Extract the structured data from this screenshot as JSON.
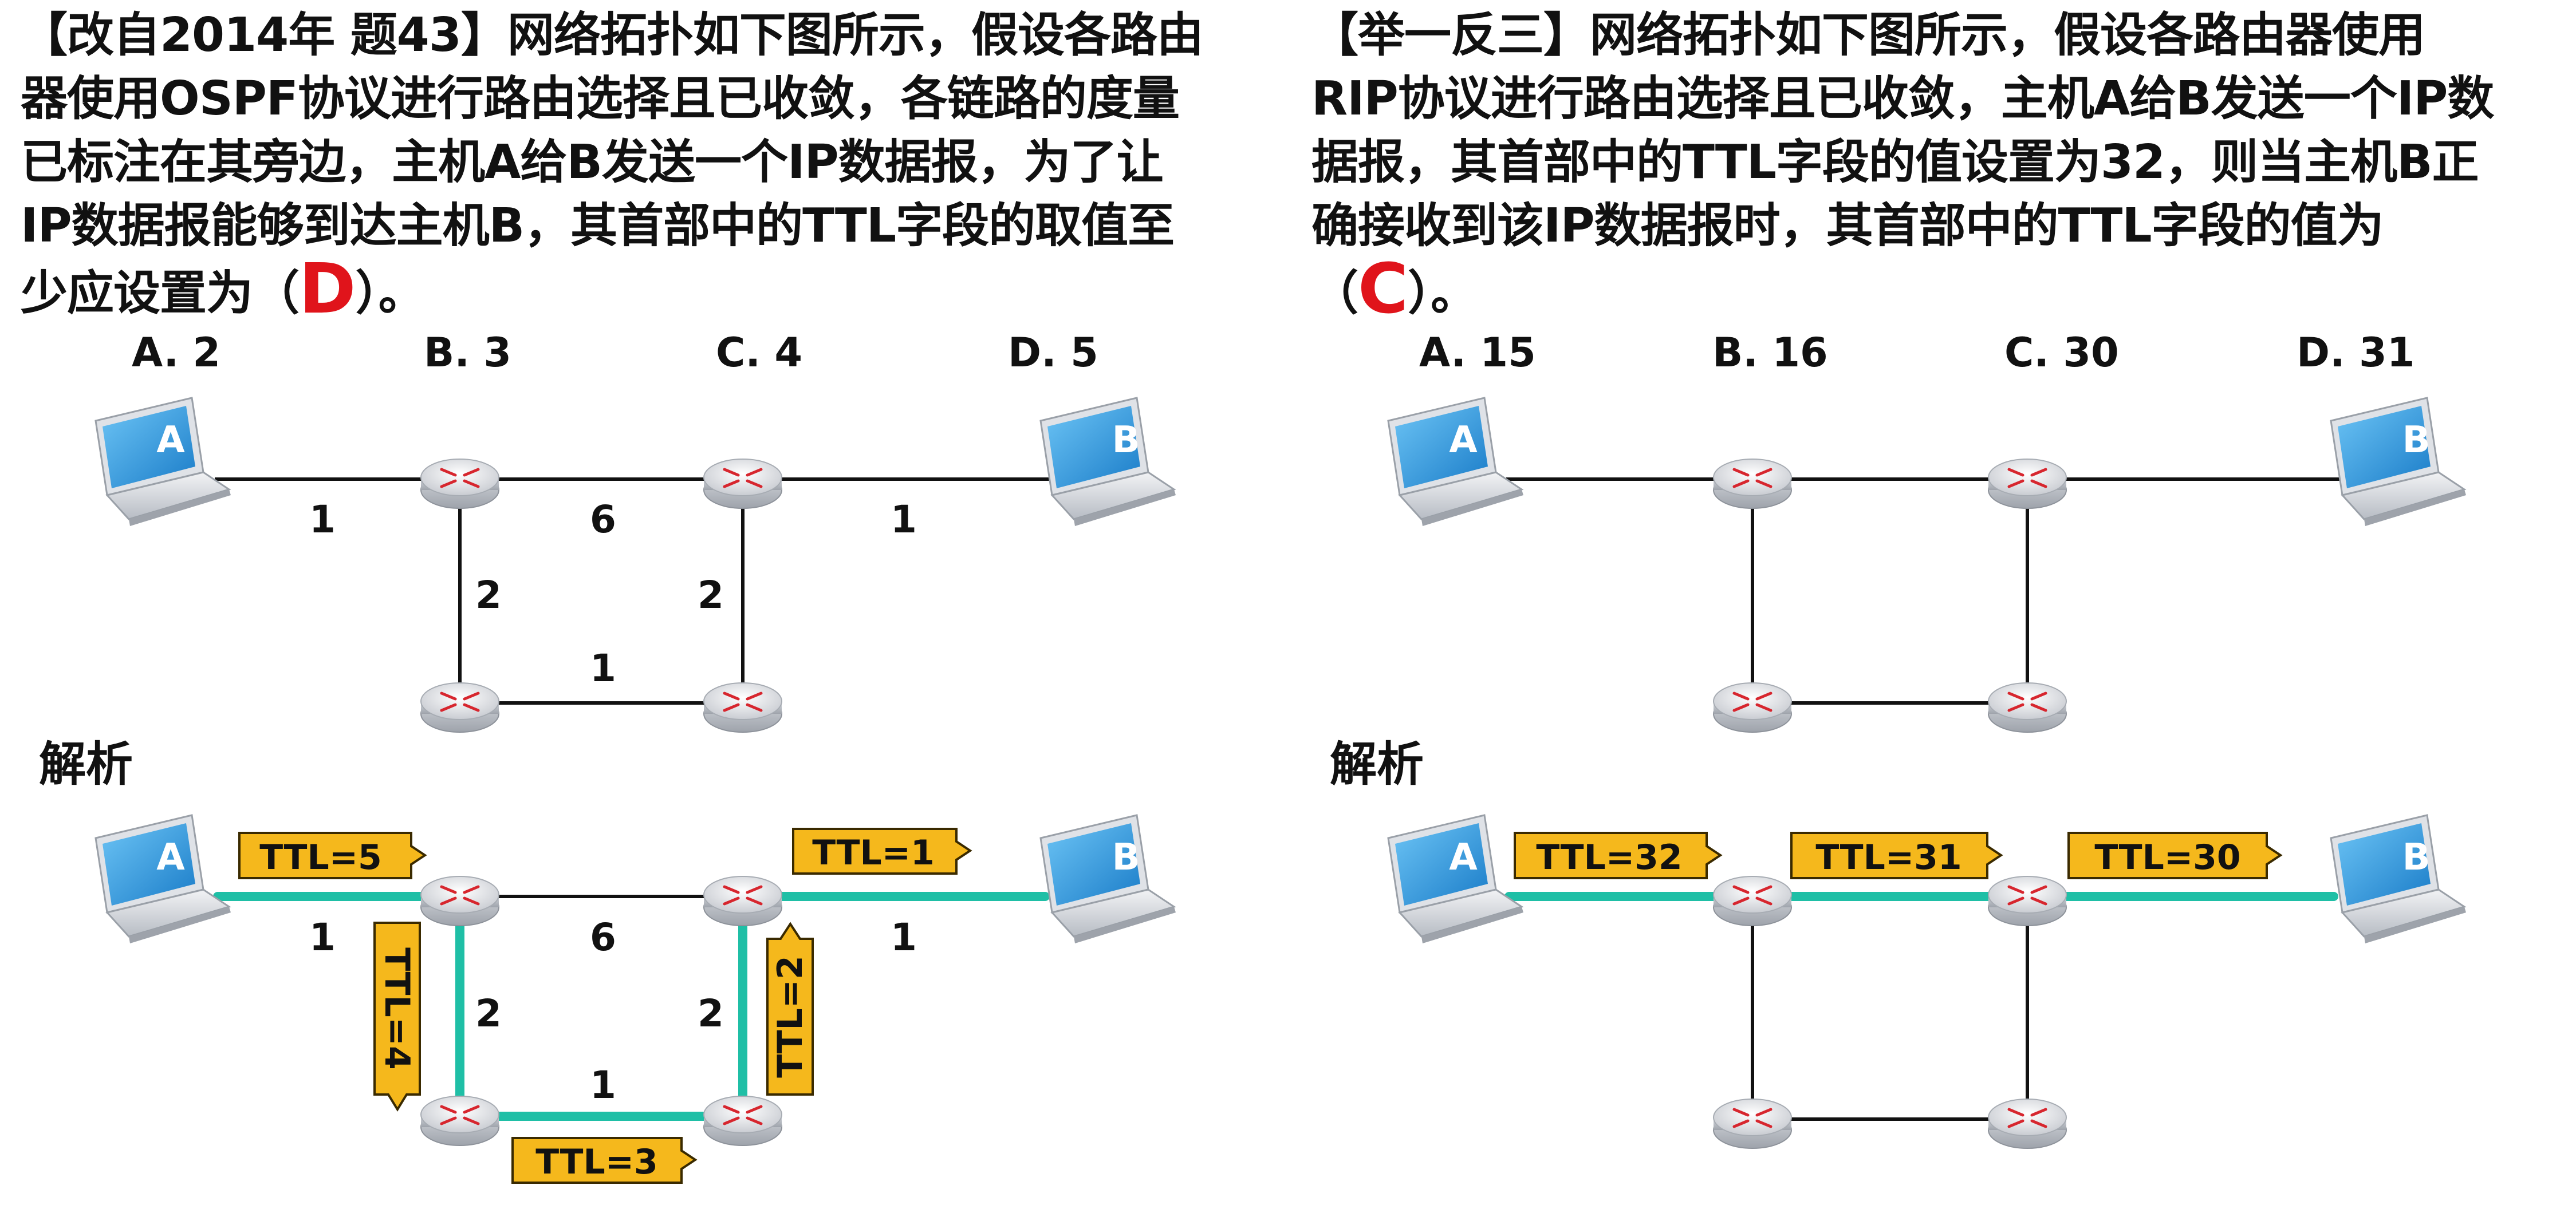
{
  "left": {
    "question_lines": [
      "【改自2014年 题43】网络拓扑如下图所示，假设各路由",
      "器使用OSPF协议进行路由选择且已收敛，各链路的度量",
      "已标注在其旁边，主机A给B发送一个IP数据报，为了让",
      "IP数据报能够到达主机B，其首部中的TTL字段的取值至",
      "少应设置为（"
    ],
    "question_tail": "）。",
    "answer": "D",
    "options": [
      "A. 2",
      "B. 3",
      "C. 4",
      "D. 5"
    ],
    "metrics": {
      "top_left": "1",
      "top_mid": "6",
      "top_right": "1",
      "left_vert": "2",
      "right_vert": "2",
      "bottom": "1"
    },
    "ttl_labels": [
      "TTL=5",
      "TTL=4",
      "TTL=3",
      "TTL=2",
      "TTL=1"
    ]
  },
  "right": {
    "question_lines": [
      "【举一反三】网络拓扑如下图所示，假设各路由器使用",
      "RIP协议进行路由选择且已收敛，主机A给B发送一个IP数",
      "据报，其首部中的TTL字段的值设置为32，则当主机B正",
      "确接收到该IP数据报时，其首部中的TTL字段的值为",
      "（"
    ],
    "question_tail": "）。",
    "answer": "C",
    "options": [
      "A. 15",
      "B. 16",
      "C. 30",
      "D. 31"
    ],
    "ttl_labels": [
      "TTL=32",
      "TTL=31",
      "TTL=30"
    ]
  },
  "analysis_label": "解析",
  "host_labels": {
    "source": "A",
    "dest": "B"
  },
  "colors": {
    "answer": "#e0141b",
    "path": "#1fbfa6",
    "ttl_fill": "#f5b81c",
    "ttl_stroke": "#3a2a00",
    "laptop_screen": "#2f9be0",
    "line": "#111111"
  }
}
